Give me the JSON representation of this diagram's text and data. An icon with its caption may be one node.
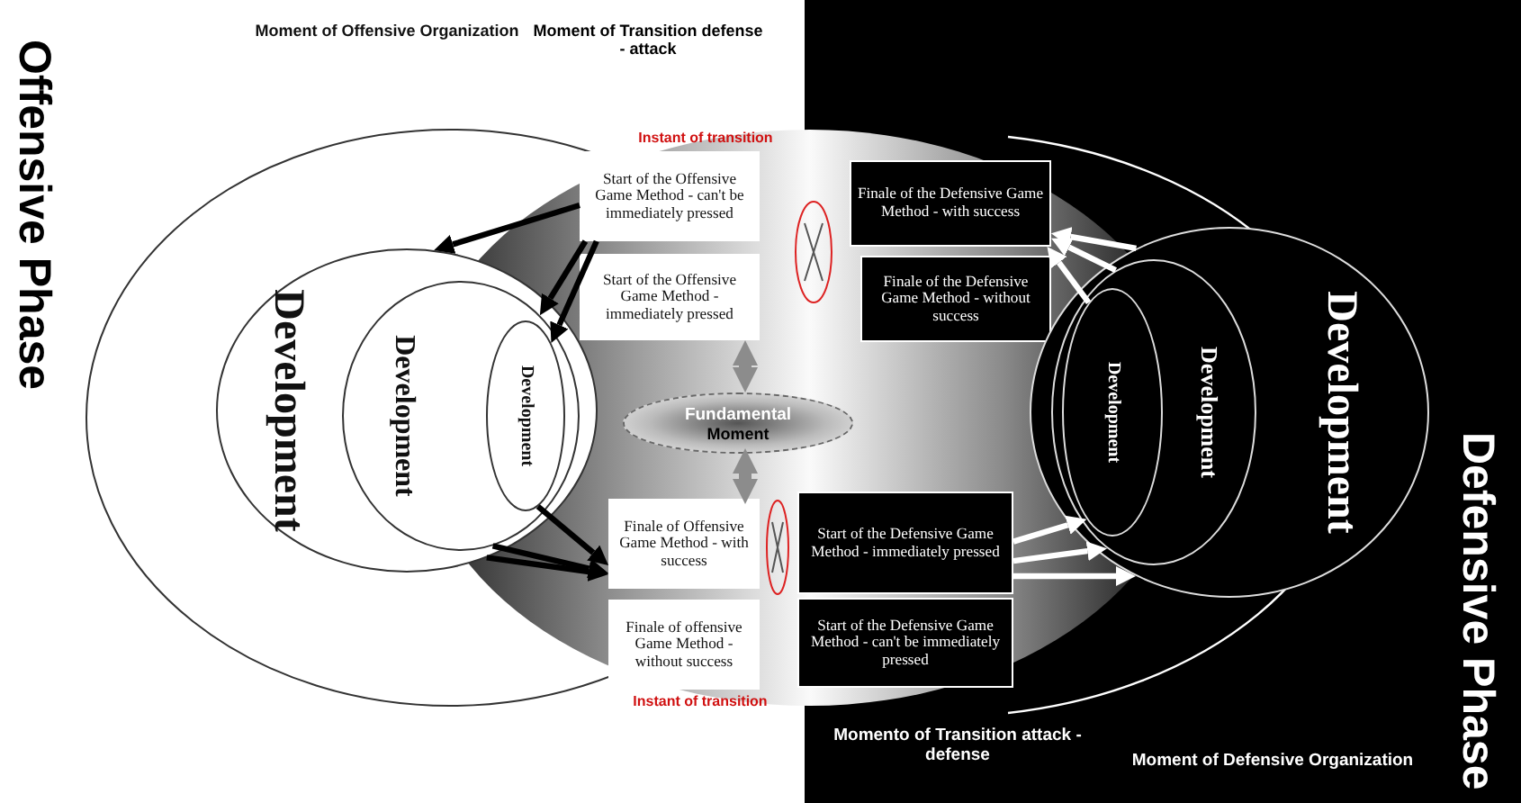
{
  "diagram": {
    "nodes": [
      {
        "text": [
          "Development"
        ]
      },
      {
        "text": [
          "Development"
        ],
        "in": 0
      },
      {
        "text": [
          "Development"
        ],
        "in": 1
      },
      {
        "text": [
          "Start of the Offensive Game Method - can't be immediately pressed"
        ]
      },
      {
        "text": [
          "Start of the Offensive Game Method - immediately pressed"
        ]
      },
      {
        "text": [
          "Finale of the Defensive Game Method - with success"
        ]
      },
      {
        "text": [
          "Finale of the Defensive Game Method - without success"
        ]
      },
      {
        "text": [
          "Fundamental",
          "Moment"
        ]
      },
      {
        "text": [
          "Finale of Offensive Game Method - with success"
        ]
      },
      {
        "text": [
          "Finale of offensive Game Method - without success"
        ]
      },
      {
        "text": [
          "Start of the Defensive Game Method - immediately pressed"
        ]
      },
      {
        "text": [
          "Start of the Defensive Game Method - can't be immediately pressed"
        ]
      },
      {
        "text": [
          "Development"
        ]
      },
      {
        "text": [
          "Development"
        ],
        "in": 12
      },
      {
        "text": [
          "Development"
        ],
        "in": 13
      }
    ],
    "edges": [
      {
        "from": 3,
        "to": 0,
        "arrow": "to"
      },
      {
        "from": 3,
        "to": 1,
        "arrow": "to"
      },
      {
        "from": 3,
        "to": 2,
        "arrow": "to"
      },
      {
        "from": 0,
        "to": 8,
        "arrow": "to"
      },
      {
        "from": 1,
        "to": 8,
        "arrow": "to"
      },
      {
        "from": 2,
        "to": 8,
        "arrow": "to"
      },
      {
        "from": 12,
        "to": 5,
        "arrow": "to",
        "color": "#ffffff"
      },
      {
        "from": 13,
        "to": 5,
        "arrow": "to",
        "color": "#ffffff"
      },
      {
        "from": 14,
        "to": 5,
        "arrow": "to",
        "color": "#ffffff"
      },
      {
        "from": 10,
        "to": 12,
        "arrow": "to",
        "color": "#ffffff"
      },
      {
        "from": 10,
        "to": 13,
        "arrow": "to",
        "color": "#ffffff"
      },
      {
        "from": 10,
        "to": 14,
        "arrow": "to",
        "color": "#ffffff"
      },
      {
        "from": 4,
        "to": 7,
        "arrow": "both",
        "style": "thick",
        "color": "#8c8c8c"
      },
      {
        "from": 7,
        "to": 8,
        "arrow": "both",
        "style": "thick",
        "color": "#8c8c8c"
      }
    ],
    "labels": [
      "Offensive Phase",
      "Moment of Offensive Organization",
      "Moment of Transition defense - attack",
      "Instant of transition",
      "Instant of transition",
      "Momento of Transition attack - defense",
      "Moment of Defensive Organization",
      "Defensive Phase"
    ]
  }
}
